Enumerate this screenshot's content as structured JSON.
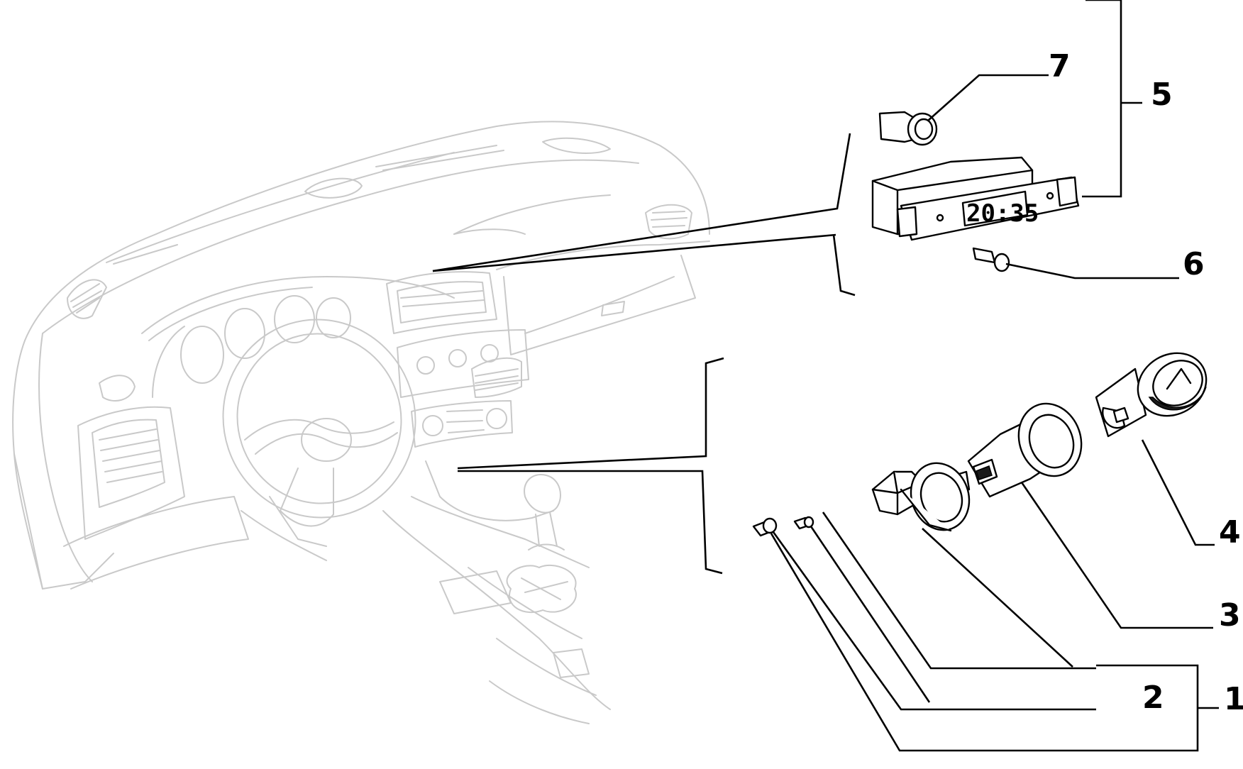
{
  "diagram": {
    "callouts": [
      {
        "id": "1",
        "label": "1"
      },
      {
        "id": "2",
        "label": "2"
      },
      {
        "id": "3",
        "label": "3"
      },
      {
        "id": "4",
        "label": "4"
      },
      {
        "id": "5",
        "label": "5"
      },
      {
        "id": "6",
        "label": "6"
      },
      {
        "id": "7",
        "label": "7"
      }
    ],
    "clock_display": "20:35",
    "colors": {
      "background": "#ffffff",
      "ghost_outline": "#c9c9c9",
      "part_outline": "#000000"
    }
  }
}
